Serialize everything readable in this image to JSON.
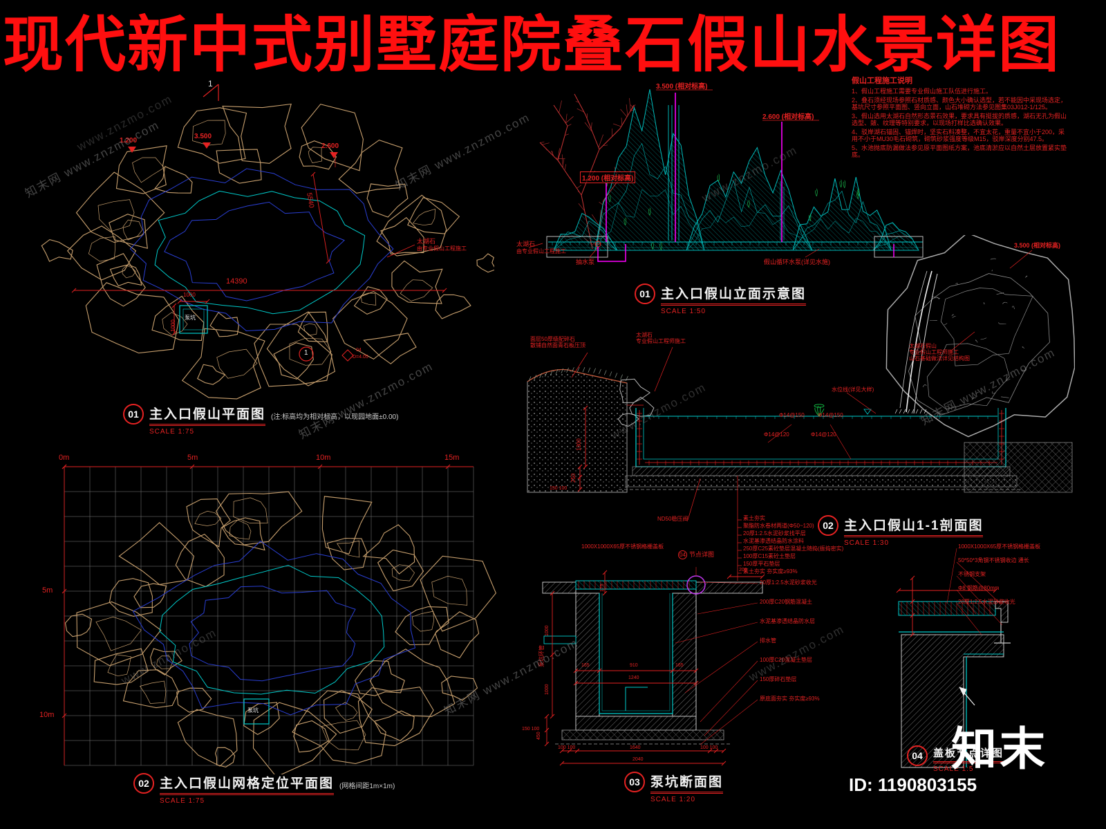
{
  "page": {
    "title": "现代新中式别墅庭院叠石假山水景详图",
    "watermark_full": "知末网 www.znzmo.com",
    "watermark_url": "www.znzmo.com",
    "logo": "知末",
    "id_text": "ID: 1190803155"
  },
  "notes": {
    "title": "假山工程施工说明",
    "items": [
      "1、假山工程施工需要专业假山施工队伍进行施工。",
      "2、叠石须经现场参照石材质感、颜色大小确认选型，若不能因中采现场选定，基坑尺寸参照平面图、竖向立面，山石堆砌方法参见图集03J012-1/125。",
      "3、假山选用太湖石自然形态景石效果，要求具有挺拔的质感，湖石无孔为假山选型、皴、纹理等特别要求，以现场打样比选确认效果。",
      "4、驳岸湖石锚固、锚焊时，坚实石料凑整，不宜太花，重量不宜小于200，采用不小于MU30毛石砌筑，砌筑砂浆强度等级M15，驳岸深度分别47.5。",
      "5、水池抛底防漏做法参见原平面图纸方案，池底清淤应以自然土层放置紧实垫底。"
    ]
  },
  "plan": {
    "no": "01",
    "title": "主入口假山平面图",
    "scale": "SCALE 1:75",
    "note": "(注:标高均为相对标高，以现园地面±0.00)",
    "level_1": "1.200",
    "level_2": "3.500",
    "level_3": "2.600",
    "dim_main": "14390",
    "dim_diag": "5540",
    "pump_dim_w": "1000",
    "pump_dim_h": "1000",
    "pump_label": "泵坑",
    "rock_label": "太湖石",
    "rock_note": "由专业假山工程施工",
    "marker_1": "1",
    "marker_2": "1",
    "diamond_no": "04",
    "diamond_sub": "D=4.05"
  },
  "grid": {
    "no": "02",
    "title": "主入口假山网格定位平面图",
    "scale": "SCALE 1:75",
    "note": "(网格间距1m×1m)",
    "x_labels": [
      "0m",
      "5m",
      "10m",
      "15m"
    ],
    "y_labels": [
      "5m",
      "10m"
    ],
    "pump_label": "泵坑"
  },
  "elevation": {
    "no": "01",
    "title": "主入口假山立面示意图",
    "scale": "SCALE 1:50",
    "level_top": "3.500 (相对标高)",
    "level_mid": "2.600 (相对标高)",
    "level_low": "1.200 (相对标高)",
    "label_pump": "抽水泵",
    "label_fall": "假山循环水泵(详见水施)",
    "label_rock": "太湖石",
    "label_rock_note": "由专业假山工程施工"
  },
  "section": {
    "no": "02",
    "title": "主入口假山1-1剖面图",
    "scale": "SCALE 1:30",
    "level_top": "3.500 (相对标高)",
    "callout_topleft": [
      "面层50厚级配碎石",
      "散铺自然面青石板压顶"
    ],
    "callout_rock": [
      "太湖石",
      "专业假山工程师施工"
    ],
    "callout_rock_right": [
      "太湖石假山",
      "专业假山工程师施工",
      "山石基础做法详见结构图"
    ],
    "callout_water": "水位线(详见大样)",
    "rebar_1": "Φ14@150",
    "rebar_2": "Φ14@150",
    "rebar_3": "Φ14@120",
    "rebar_4": "Φ14@120",
    "dim_wall": "1300",
    "dim_slab": "250",
    "dim_base": "150 100",
    "valve_label": "ND50稳压阀",
    "layers": [
      "素土夯实",
      "聚酯防水卷材两道(Φ50~120)",
      "20厚1:2.5水泥砂浆找平层",
      "水泥基渗透结晶防水涂料",
      "250厚C25素砼垫层混凝土随捣(振捣密实)",
      "100厚C15素砼土垫层",
      "150厚平石垫层",
      "素土夯实 夯实度≥93%"
    ]
  },
  "pit": {
    "no": "03",
    "title": "泵坑断面图",
    "scale": "SCALE 1:20",
    "top_label": "1000X1000X65厚不锈钢格栅盖板",
    "node_no": "04",
    "node_label": "节点详图",
    "side_label": "泵坑环管",
    "callouts": [
      "20厚1:2.5水泥砂浆收光",
      "200厚C20钢筋混凝土",
      "水泥基渗透结晶防水层",
      "排水管",
      "100厚C20混凝土垫层",
      "150厚碎石垫层",
      "原底面夯实 夯实度≥93%"
    ],
    "dim_175": "175",
    "dim_200": "200",
    "dim_165a": "165",
    "dim_910": "910",
    "dim_165b": "165",
    "dim_1240": "1240",
    "dim_100a": "100 100",
    "dim_1640": "1640",
    "dim_100b": "100 100",
    "dim_2040": "2040",
    "dim_1000a": "1000",
    "dim_1000b": "1000",
    "dim_450": "450",
    "dim_150100": "150 100"
  },
  "detail": {
    "no": "04",
    "title": "盖板节点详图",
    "scale": "SCALE 1:5",
    "callouts": [
      "1000X1000X65厚不锈钢格栅盖板",
      "50*50*3角钢不锈钢收边 通长",
      "不锈钢支架",
      "Φ8 钢筋@80mm",
      "20厚1:2.5水泥砂浆收光"
    ]
  }
}
